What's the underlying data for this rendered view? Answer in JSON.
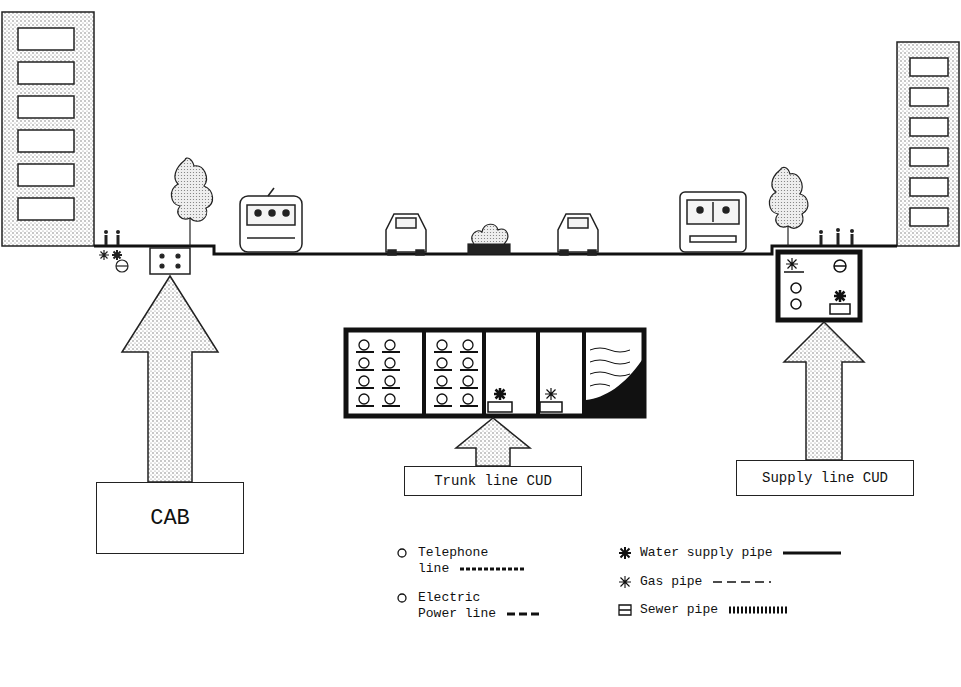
{
  "diagram": {
    "nodes": [
      {
        "text": [
          "CAB"
        ]
      },
      {
        "text": [
          "Trunk line CUD"
        ]
      },
      {
        "text": [
          "Supply line CUD"
        ]
      }
    ],
    "legend": [
      {
        "text": "Telephone line"
      },
      {
        "text": "Electric Power line"
      },
      {
        "text": "Water supply pipe"
      },
      {
        "text": "Gas pipe"
      },
      {
        "text": "Sewer pipe"
      }
    ]
  }
}
